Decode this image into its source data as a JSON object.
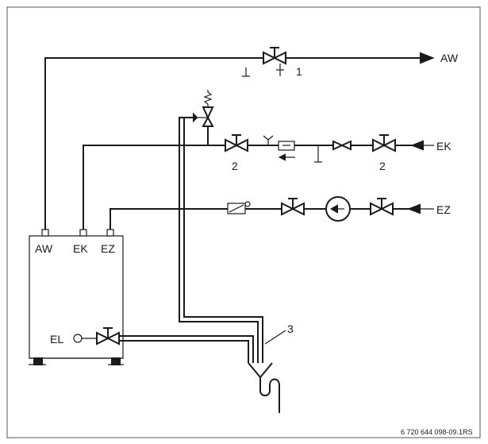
{
  "labels": {
    "aw_out": "AW",
    "ek_in": "EK",
    "ez_in": "EZ",
    "unit_aw": "AW",
    "unit_ek": "EK",
    "unit_ez": "EZ",
    "el": "EL",
    "item_1": "1",
    "item_2_left": "2",
    "item_2_right": "2",
    "item_3": "3"
  },
  "document_code": "6 720 644 098-09.1RS"
}
